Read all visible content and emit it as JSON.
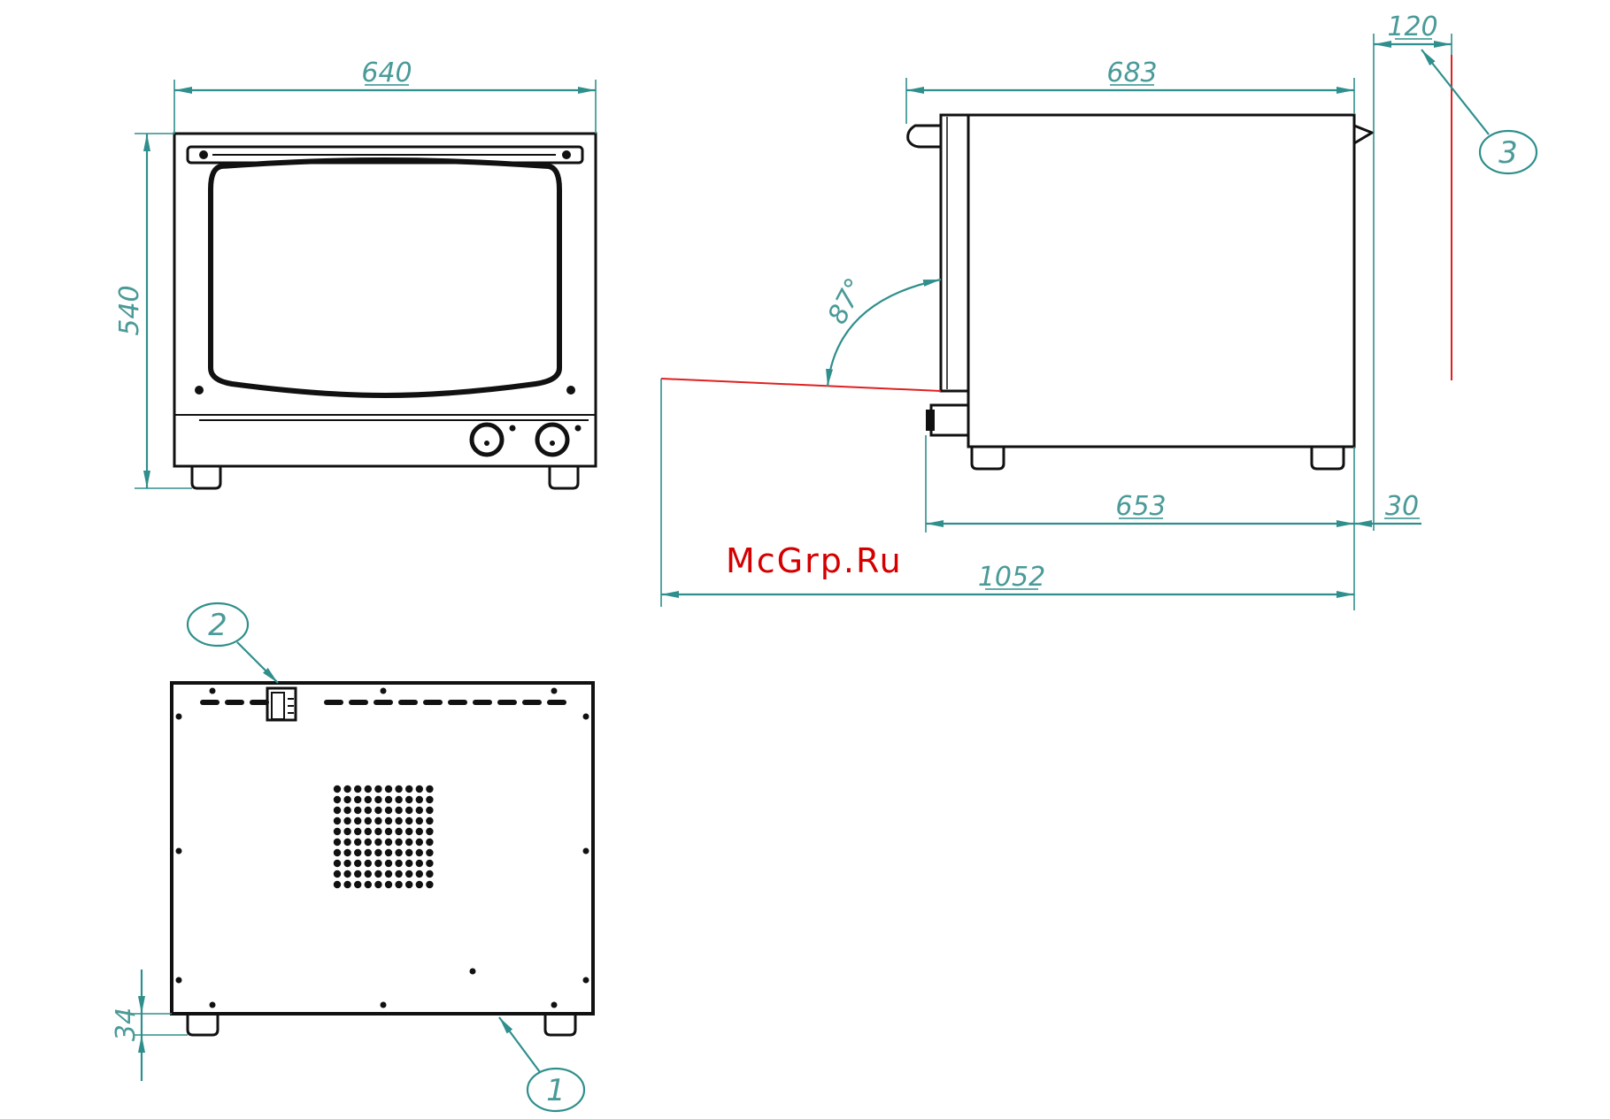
{
  "dimensions": {
    "front_width": "640",
    "front_height": "540",
    "side_depth": "683",
    "clearance_top": "120",
    "door_angle": "87°",
    "base_depth": "653",
    "rear_offset": "30",
    "total_depth_open": "1052",
    "foot_height": "34"
  },
  "callouts": {
    "c1": "1",
    "c2": "2",
    "c3": "3"
  },
  "watermark": "McGrp.Ru",
  "colors": {
    "dimension": "#2f8f8c",
    "outline": "#111111",
    "reference_line": "#e02020",
    "watermark": "#d40000"
  }
}
